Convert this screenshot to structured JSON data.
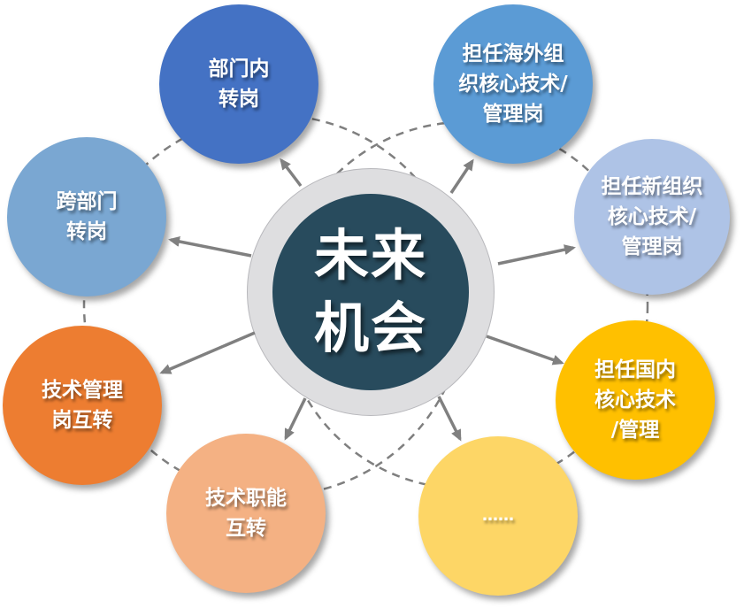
{
  "diagram": {
    "center": {
      "label": "未来\n机会",
      "ring_color": "#dedee0",
      "core_color": "#284b5d"
    },
    "nodes": [
      {
        "id": "dept-internal",
        "label": "部门内\n转岗",
        "color": "#4472c4"
      },
      {
        "id": "overseas-core",
        "label": "担任海外组\n织核心技术/\n管理岗",
        "color": "#5b9bd5"
      },
      {
        "id": "new-org-core",
        "label": "担任新组织\n核心技术/\n管理岗",
        "color": "#aec3e6"
      },
      {
        "id": "domestic-core",
        "label": "担任国内\n核心技术\n/管理",
        "color": "#ffc000"
      },
      {
        "id": "more",
        "label": "……",
        "color": "#fdd666"
      },
      {
        "id": "tech-function",
        "label": "技术职能\n互转",
        "color": "#f4b183"
      },
      {
        "id": "tech-mgmt",
        "label": "技术管理\n岗互转",
        "color": "#ed7d31"
      },
      {
        "id": "cross-dept",
        "label": "跨部门\n转岗",
        "color": "#7aa7d2"
      }
    ],
    "connector_color": "#808080",
    "dash_color": "#7f7f7f"
  }
}
